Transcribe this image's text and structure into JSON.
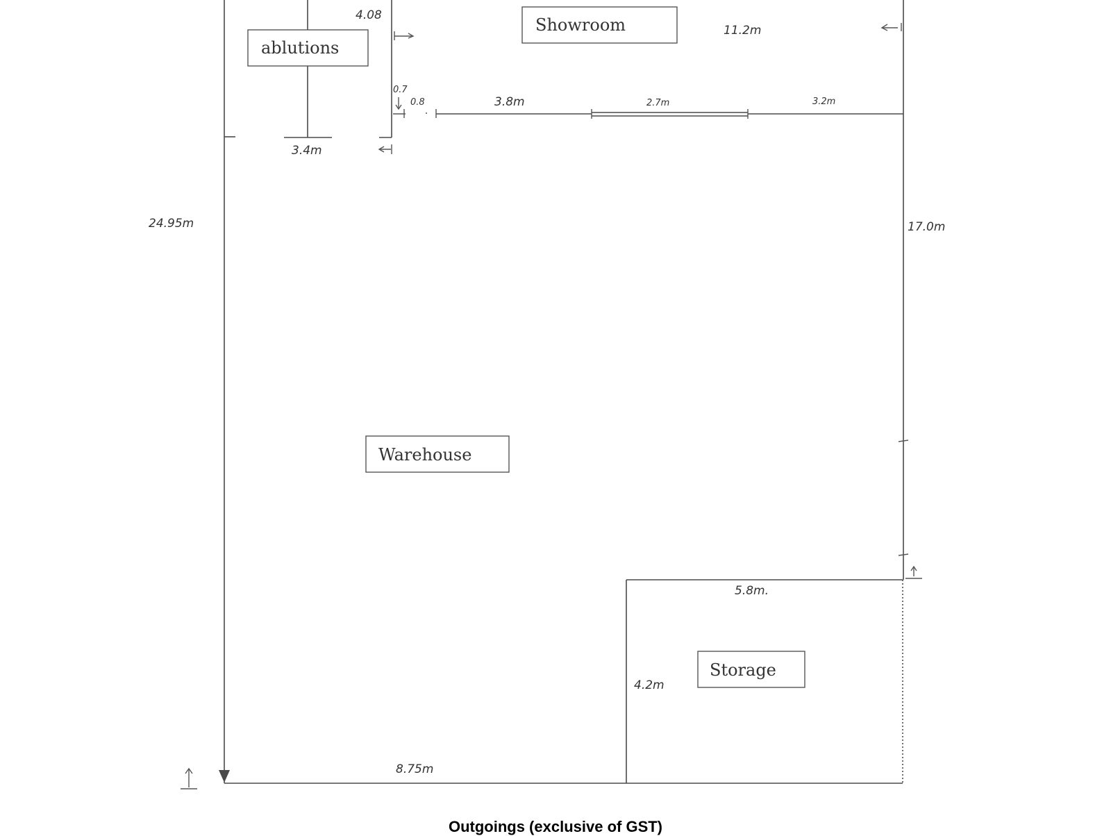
{
  "rooms": {
    "showroom": "Showroom",
    "ablutions": "ablutions",
    "warehouse": "Warehouse",
    "storage": "Storage"
  },
  "dimensions": {
    "ablutions_height": "4.08",
    "showroom_width": "11.2m",
    "gap_0_7": "0.7",
    "gap_0_8": "0.8",
    "seg_3_8": "3.8m",
    "seg_2_7": "2.7m",
    "seg_3_2": "3.2m",
    "ablutions_width": "3.4m",
    "left_wall": "24.95m",
    "right_wall": "17.0m",
    "storage_width": "5.8m.",
    "storage_height": "4.2m",
    "bottom_wall": "8.75m"
  },
  "footer": "Outgoings (exclusive of GST)",
  "colors": {
    "line": "#4a4a4a",
    "text": "#333333"
  }
}
